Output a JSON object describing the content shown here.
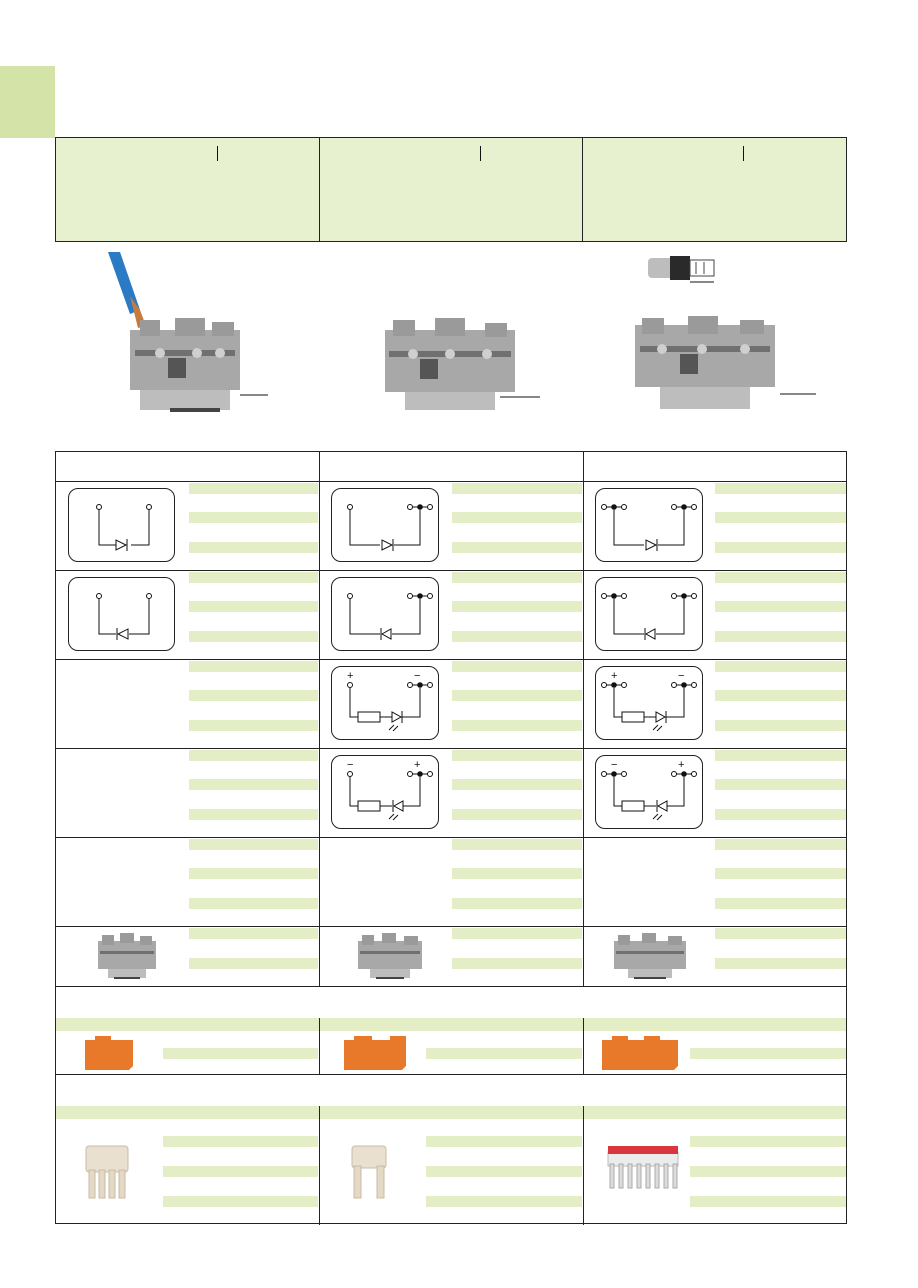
{
  "page": {
    "title": "",
    "columns": [
      {
        "id": "col1",
        "header": ""
      },
      {
        "id": "col2",
        "header": ""
      },
      {
        "id": "col3",
        "header": ""
      }
    ],
    "colors": {
      "tab_green": "#d4e4a8",
      "header_green": "#e8f1cf",
      "row_green": "#e3edc6",
      "border": "#222222",
      "orange": "#e8792a",
      "terminal_gray": "#9a9a9a"
    },
    "images": [
      {
        "name": "wire-terminal-block",
        "icon": "terminal-block-icon"
      },
      {
        "name": "ferrule-strip-length",
        "icon": "ferrule-icon"
      },
      {
        "name": "diode-schematic",
        "icon": "diode-symbol-icon"
      },
      {
        "name": "led-schematic",
        "icon": "led-symbol-icon"
      },
      {
        "name": "end-plate",
        "icon": "end-plate-icon"
      },
      {
        "name": "jumper",
        "icon": "jumper-icon"
      }
    ],
    "diagram_signs": {
      "plus": "+",
      "minus": "−"
    }
  }
}
